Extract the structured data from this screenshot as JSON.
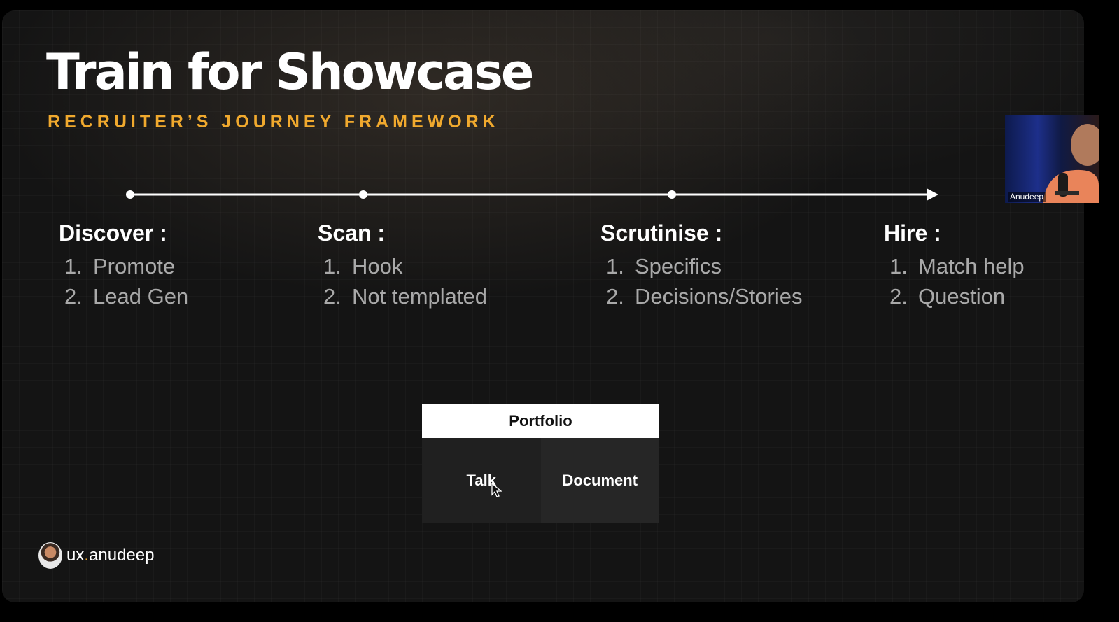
{
  "slide": {
    "title": "Train for Showcase",
    "subtitle": "RECRUITER’S JOURNEY FRAMEWORK"
  },
  "stages": [
    {
      "title": "Discover :",
      "items": [
        {
          "num": "1.",
          "text": "Promote"
        },
        {
          "num": "2.",
          "text": "Lead Gen"
        }
      ]
    },
    {
      "title": "Scan :",
      "items": [
        {
          "num": "1.",
          "text": "Hook"
        },
        {
          "num": "2.",
          "text": "Not templated"
        }
      ]
    },
    {
      "title": "Scrutinise :",
      "items": [
        {
          "num": "1.",
          "text": "Specifics"
        },
        {
          "num": "2.",
          "text": "Decisions/Stories"
        }
      ]
    },
    {
      "title": "Hire :",
      "items": [
        {
          "num": "1.",
          "text": "Match help"
        },
        {
          "num": "2.",
          "text": "Question"
        }
      ]
    }
  ],
  "portfolio": {
    "header": "Portfolio",
    "left": "Talk",
    "right": "Document"
  },
  "brand": {
    "prefix": "ux",
    "dot": ".",
    "suffix": "anudeep"
  },
  "webcam": {
    "participant_name": "Anudeep"
  },
  "colors": {
    "accent": "#f0a92e",
    "background": "#141414",
    "text": "#ffffff",
    "muted_text": "#a9a9a9"
  }
}
